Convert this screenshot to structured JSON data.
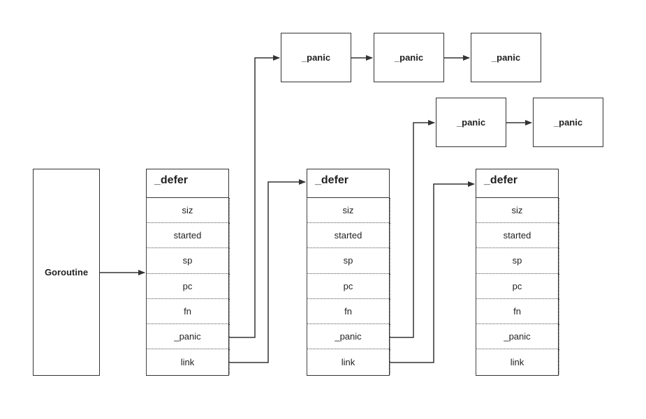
{
  "goroutine": {
    "label": "Goroutine"
  },
  "defer_title": "_defer",
  "defer_fields": [
    "siz",
    "started",
    "sp",
    "pc",
    "fn",
    "_panic",
    "link"
  ],
  "panic_label": "_panic",
  "colors": {
    "stroke": "#333333",
    "background": "#ffffff"
  }
}
